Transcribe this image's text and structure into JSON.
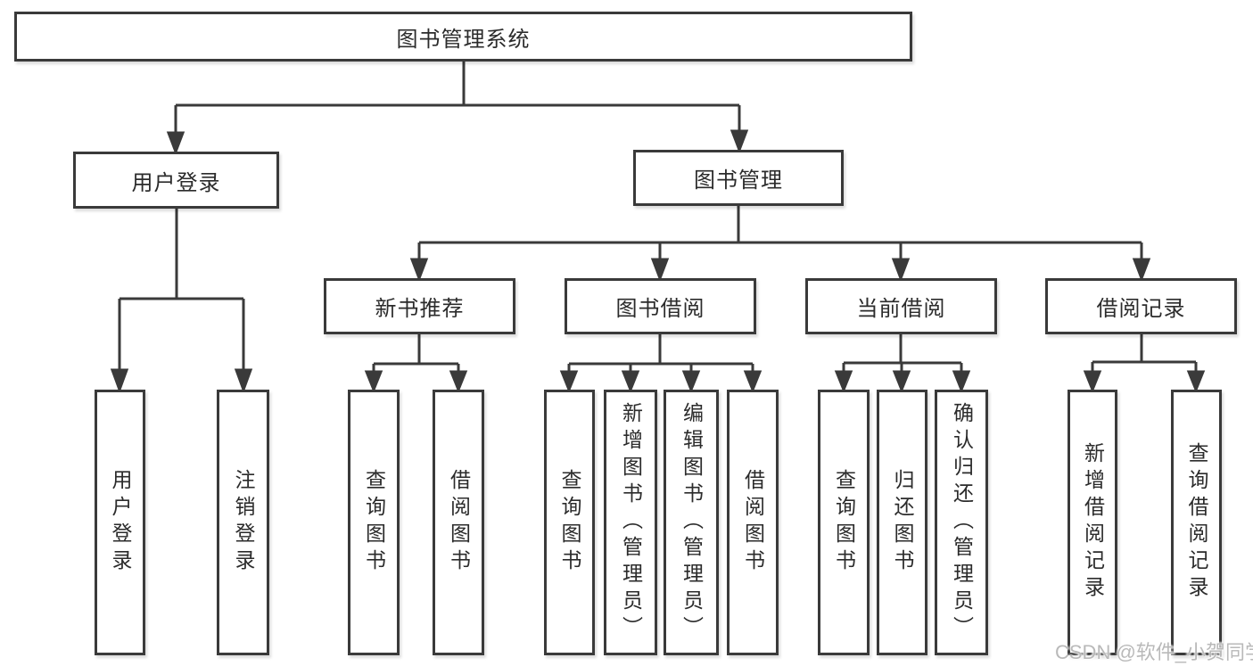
{
  "diagram": {
    "root": "图书管理系统",
    "branches": [
      {
        "label": "用户登录",
        "children": [
          "用户登录",
          "注销登录"
        ]
      },
      {
        "label": "图书管理",
        "groups": [
          {
            "label": "新书推荐",
            "children": [
              "查询图书",
              "借阅图书"
            ]
          },
          {
            "label": "图书借阅",
            "children": [
              "查询图书",
              "新增图书（管理员）",
              "编辑图书（管理员）",
              "借阅图书"
            ]
          },
          {
            "label": "当前借阅",
            "children": [
              "查询图书",
              "归还图书",
              "确认归还（管理员）"
            ]
          },
          {
            "label": "借阅记录",
            "children": [
              "新增借阅记录",
              "查询借阅记录"
            ]
          }
        ]
      }
    ]
  },
  "colors": {
    "line": "#3a3a3a",
    "text": "#2b2b2b",
    "watermark": "#b9b9b9",
    "background": "#ffffff"
  },
  "watermark": "CSDN @软件_小贺同学"
}
